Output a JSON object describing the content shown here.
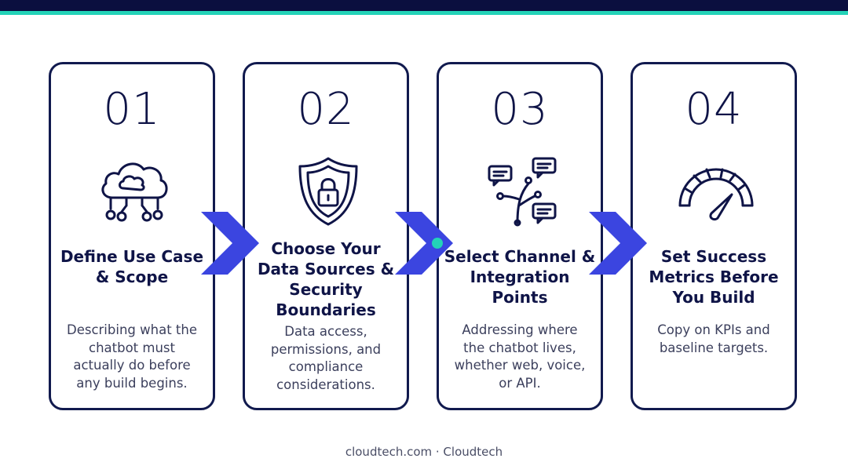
{
  "steps": [
    {
      "number": "01",
      "icon": "cloud-network-icon",
      "title": "Define Use Case & Scope",
      "description": "Describing what the chatbot must actually do before any build begins."
    },
    {
      "number": "02",
      "icon": "shield-lock-icon",
      "title": "Choose Your Data Sources & Security Boundaries",
      "description": "Data access, permissions, and compliance considerations."
    },
    {
      "number": "03",
      "icon": "chat-branch-icon",
      "title": "Select Channel & Integration Points",
      "description": "Addressing where the chatbot lives, whether web, voice, or API."
    },
    {
      "number": "04",
      "icon": "speedometer-icon",
      "title": "Set Success Metrics Before You Build",
      "description": "Copy on KPIs and baseline targets."
    }
  ],
  "footer": "cloudtech.com · Cloudtech",
  "colors": {
    "navy": "#0b0f3f",
    "accent_teal": "#23d3b8",
    "chevron_blue": "#3b45e0",
    "text_dark": "#0f1447"
  }
}
